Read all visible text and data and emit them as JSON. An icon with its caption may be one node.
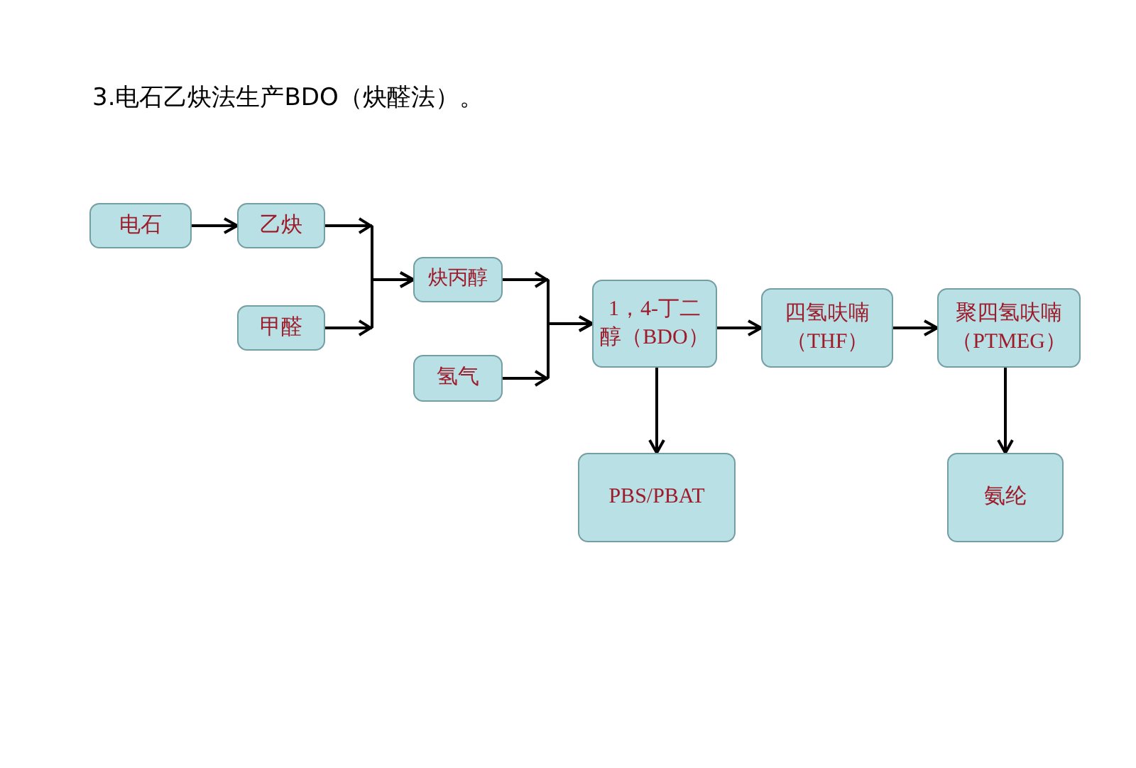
{
  "diagram": {
    "title": "3.电石乙炔法生产BDO（炔醛法）。",
    "nodes": [
      {
        "text": [
          "电石"
        ]
      },
      {
        "text": [
          "乙炔"
        ]
      },
      {
        "text": [
          "甲醛"
        ]
      },
      {
        "text": [
          "炔丙醇"
        ]
      },
      {
        "text": [
          "氢气"
        ]
      },
      {
        "text": [
          "1，4-丁二醇（BDO）"
        ]
      },
      {
        "text": [
          "四氢呋喃（THF）"
        ]
      },
      {
        "text": [
          "聚四氢呋喃（PTMEG）"
        ]
      },
      {
        "text": [
          "PBS/PBAT"
        ]
      },
      {
        "text": [
          "氨纶"
        ]
      }
    ],
    "edges": [
      {
        "from": 0,
        "to": 1,
        "arrow": "to"
      },
      {
        "from": 1,
        "to": 3,
        "arrow": "to"
      },
      {
        "from": 2,
        "to": 3,
        "arrow": "to"
      },
      {
        "from": 3,
        "to": 5,
        "arrow": "to"
      },
      {
        "from": 4,
        "to": 5,
        "arrow": "to"
      },
      {
        "from": 5,
        "to": 6,
        "arrow": "to"
      },
      {
        "from": 6,
        "to": 7,
        "arrow": "to"
      },
      {
        "from": 5,
        "to": 8,
        "arrow": "to"
      },
      {
        "from": 7,
        "to": 9,
        "arrow": "to"
      }
    ]
  }
}
